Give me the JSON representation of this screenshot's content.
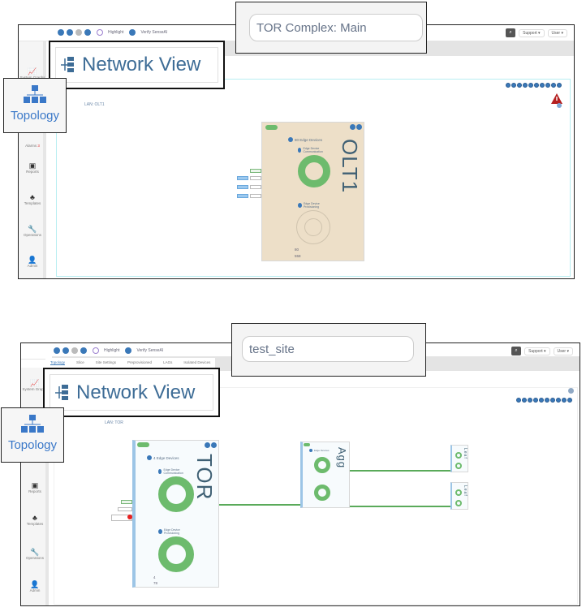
{
  "panel_top": {
    "site_name": "TOR Complex: Main",
    "network_view_title": "Network View",
    "topology_label": "Topology",
    "toolbar": {
      "highlight_label": "Highlight",
      "verify_label": "Verify SenseAI"
    },
    "header_right": {
      "support_label": "Support ▾",
      "user_label": "User ▾"
    },
    "sidebar": [
      {
        "label": "System Graphs",
        "icon": "chart-icon"
      },
      {
        "label": "Alarms",
        "badge": "3",
        "icon": "bell-icon"
      },
      {
        "label": "Reports",
        "icon": "clipboard-icon"
      },
      {
        "label": "Templates",
        "icon": "templates-icon"
      },
      {
        "label": "Operations",
        "icon": "wrench-icon"
      },
      {
        "label": "Admin",
        "icon": "user-icon"
      }
    ],
    "lan_label": "LAN: OLT1",
    "device": {
      "name": "OLT1",
      "edge_devices": "80 Edge Devices",
      "ring1_label": "Edge Device Communication",
      "ring2_label": "Edge Device Provisioning",
      "stat1": "80",
      "stat2": "558",
      "ring1_fill": 1.0,
      "ring2_fill": 0.0,
      "bg_color": "#eddfc8"
    },
    "alert_color": "#b52020"
  },
  "panel_bottom": {
    "site_name": "test_site",
    "network_view_title": "Network View",
    "topology_label": "Topology",
    "toolbar": {
      "highlight_label": "Highlight",
      "verify_label": "Verify SenseAI"
    },
    "header_right": {
      "support_label": "Support ▾",
      "user_label": "User ▾"
    },
    "tabs": [
      "Topology",
      "Slice",
      "Site Settings",
      "Preprovisioned",
      "LAGs",
      "Isolated Devices"
    ],
    "sidebar": [
      {
        "label": "System Graphs",
        "icon": "chart-icon"
      },
      {
        "label": "Reports",
        "icon": "clipboard-icon"
      },
      {
        "label": "Templates",
        "icon": "templates-icon"
      },
      {
        "label": "Operations",
        "icon": "wrench-icon"
      },
      {
        "label": "Admin",
        "icon": "user-icon"
      }
    ],
    "lan_label": "LAN: TOR",
    "tor": {
      "name": "TOR",
      "edge_devices": "4 Edge Devices",
      "ring1_label": "Edge Device Communication",
      "ring2_label": "Edge Device Provisioning",
      "stat1": "4",
      "stat2": "78"
    },
    "agg": {
      "name": "Agg",
      "edge_devices": "Edge Devices"
    },
    "leaf1": {
      "name": "Leaf"
    },
    "leaf2": {
      "name": "Leaf"
    },
    "link_color": "#5aaa5a"
  }
}
